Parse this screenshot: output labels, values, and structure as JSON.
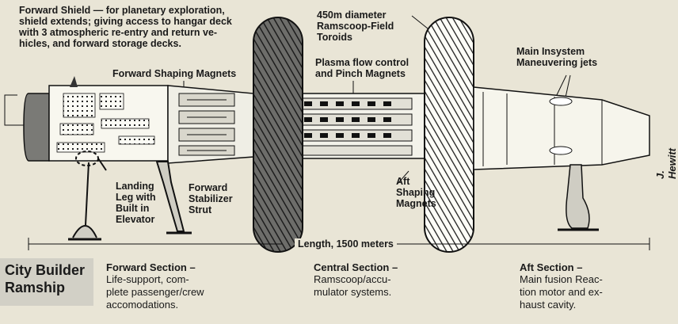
{
  "labels": {
    "forward_shield": "Forward Shield — for planetary exploration,\nshield extends; giving access to hangar deck\nwith 3 atmospheric re-entry and return ve-\nhicles, and forward storage decks.",
    "toroids": "450m diameter\nRamscoop-Field\nToroids",
    "plasma": "Plasma flow control\nand Pinch Magnets",
    "forward_shaping": "Forward Shaping Magnets",
    "insystem": "Main Insystem\nManeuvering jets",
    "landing_leg": "Landing\nLeg with\nBuilt in\nElevator",
    "stabilizer": "Forward\nStabilizer\nStrut",
    "aft_shaping": "Aft\nShaping\nMagnets",
    "length": "Length, 1500 meters"
  },
  "caption": "City Builder\nRamship",
  "sections": [
    {
      "title": "Forward Section –",
      "body": "Life-support, com-\nplete passenger/crew\naccomodations."
    },
    {
      "title": "Central Section –",
      "body": "Ramscoop/accu-\nmulator systems."
    },
    {
      "title": "Aft Section –",
      "body": "Main fusion Reac-\ntion motor and ex-\nhaust cavity."
    }
  ],
  "signature": "J. Hewitt"
}
